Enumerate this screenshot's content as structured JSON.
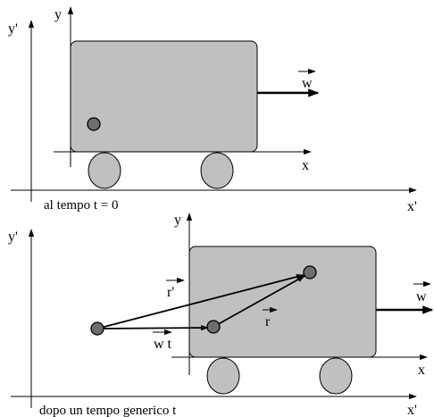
{
  "panels": [
    {
      "id": "t0",
      "caption": "al tempo t = 0",
      "axes_fixed": {
        "x_label": "x'",
        "y_label": "y'"
      },
      "axes_moving": {
        "x_label": "x",
        "y_label": "y"
      },
      "velocity_label": "w"
    },
    {
      "id": "generic",
      "caption": "dopo un tempo generico t",
      "axes_fixed": {
        "x_label": "x'",
        "y_label": "y'"
      },
      "axes_moving": {
        "x_label": "x",
        "y_label": "y"
      },
      "velocity_label": "w",
      "vector_labels": {
        "r_prime": "r'",
        "wt": "w t",
        "r": "r"
      }
    }
  ],
  "colors": {
    "cart_body": "#c0c0c0",
    "wheel": "#c0c0c0",
    "particle": "#6e6e6e",
    "ink": "#000000"
  }
}
